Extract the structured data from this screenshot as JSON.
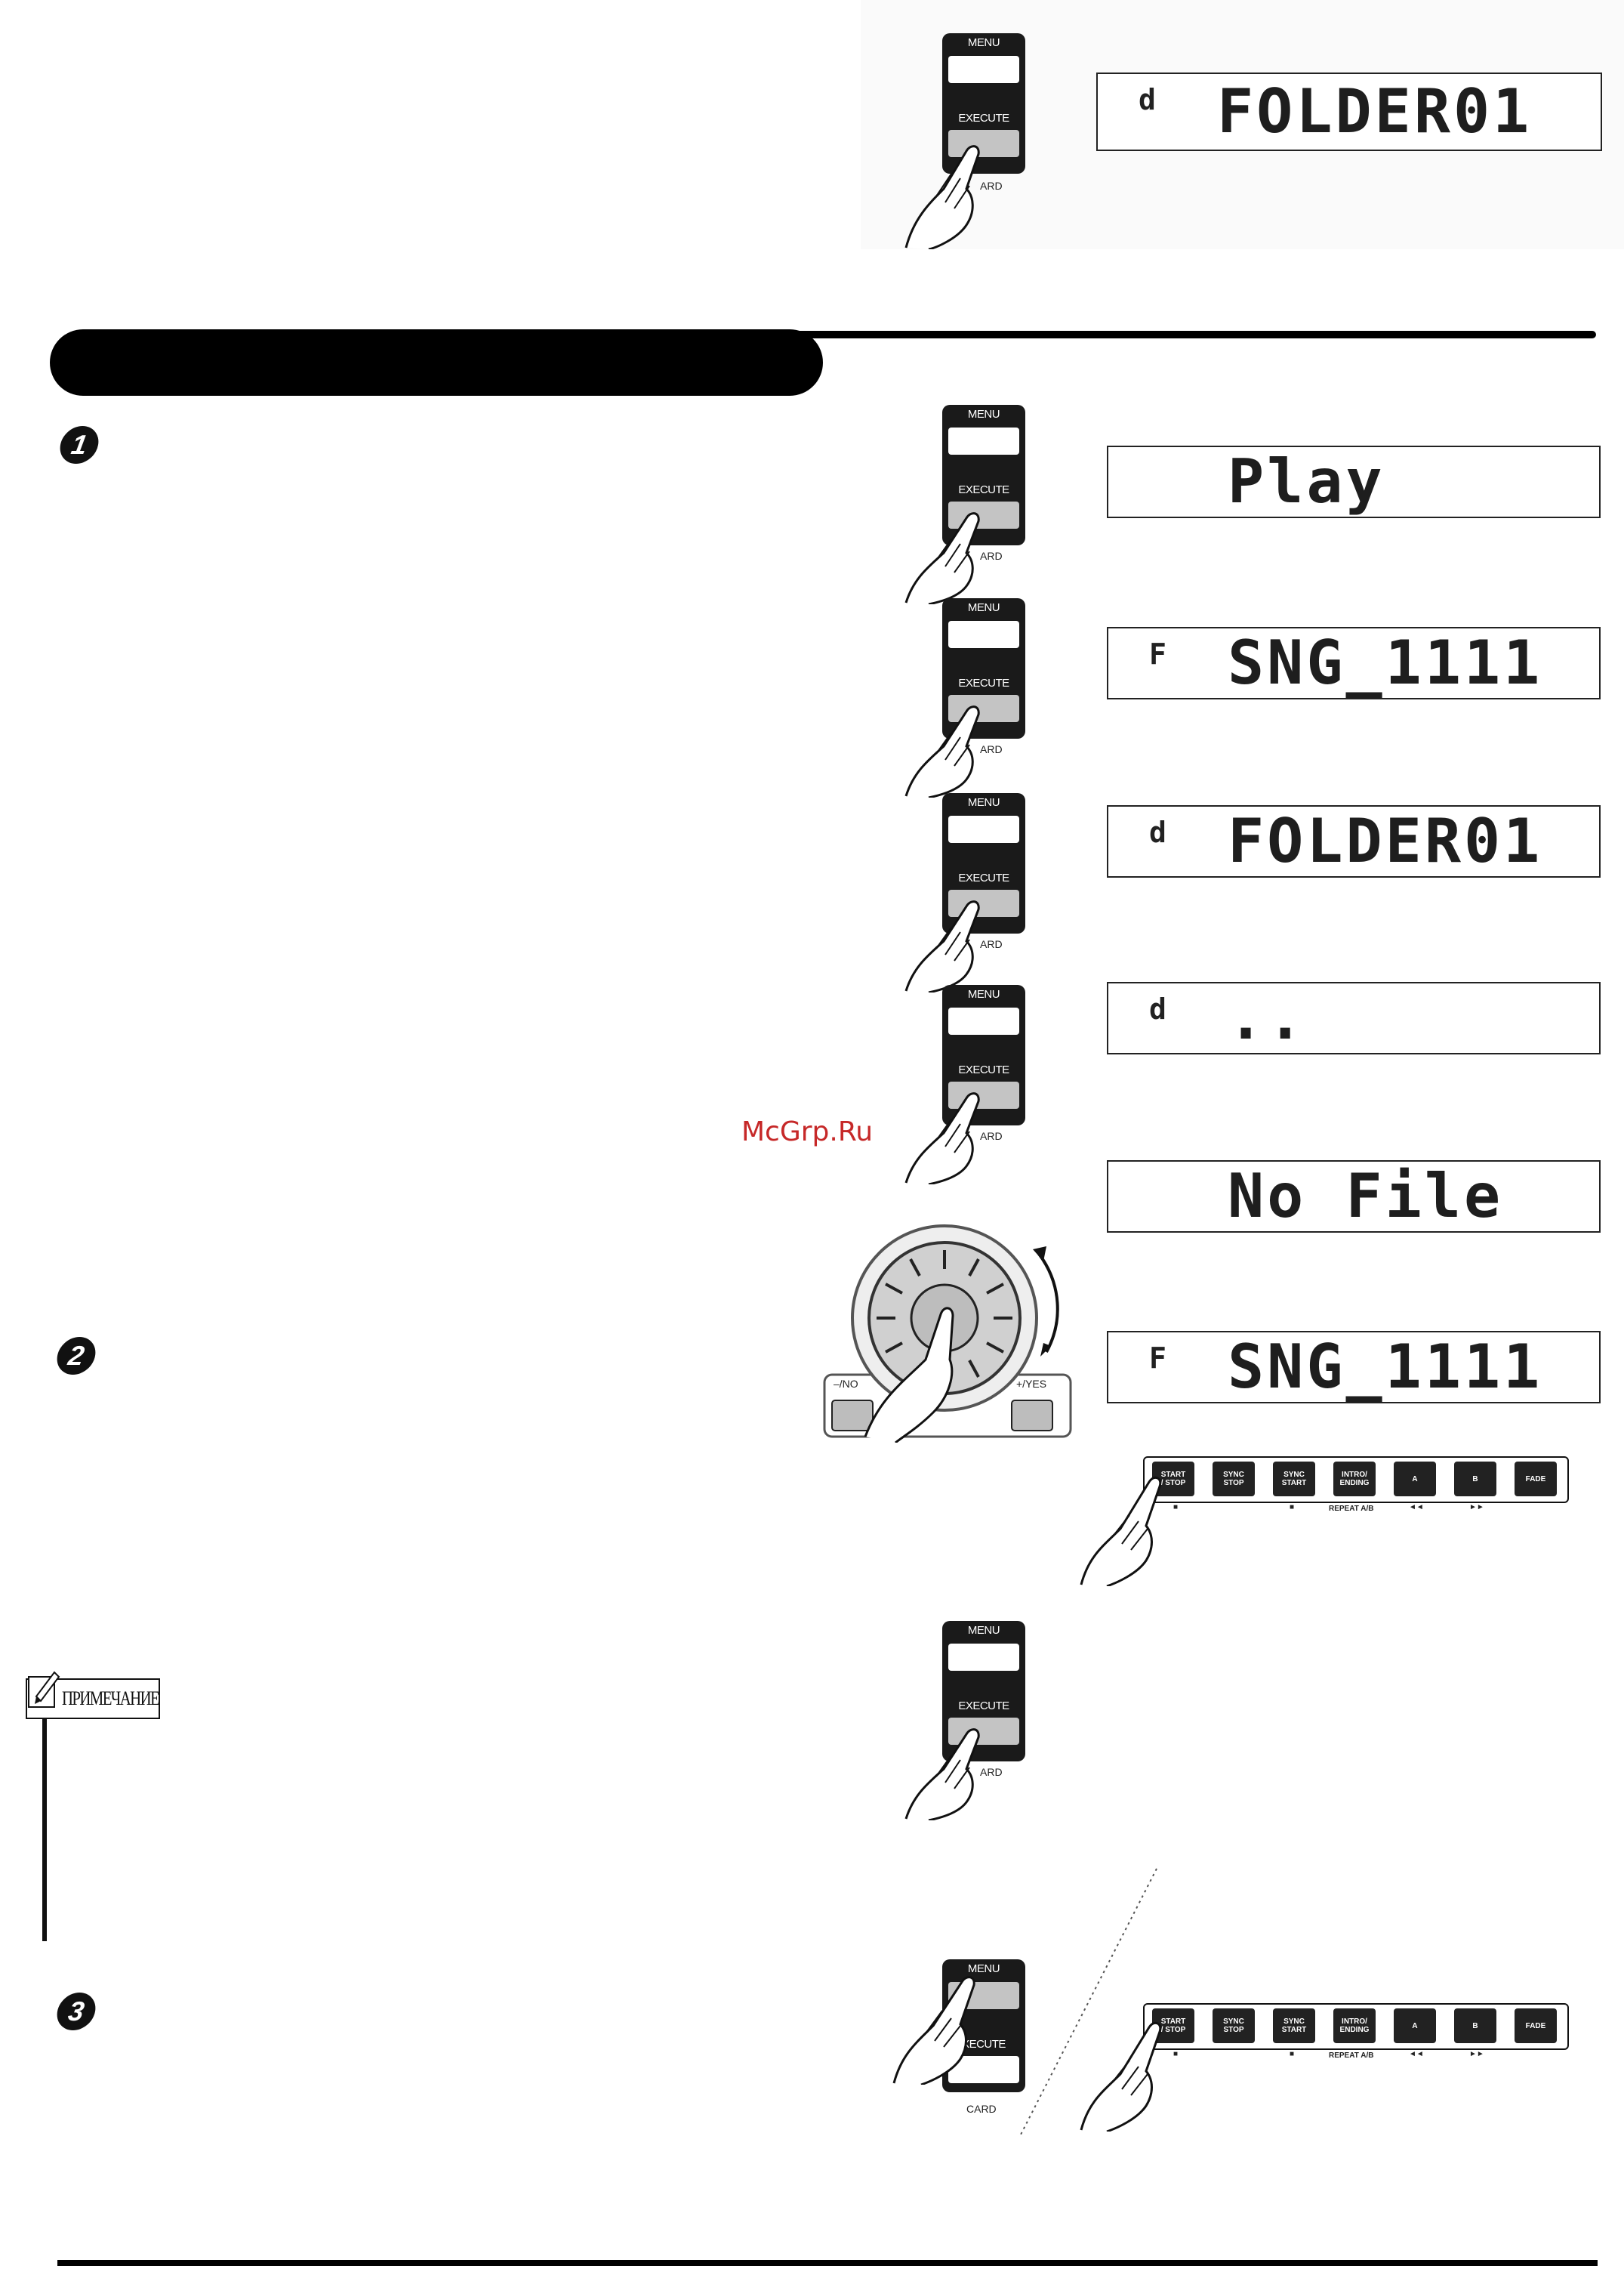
{
  "panel": {
    "menu_label": "MENU",
    "execute_label": "EXECUTE",
    "card_label": "CARD",
    "card_partial": "ARD",
    "execute_partial": "XECUTE"
  },
  "displays": {
    "top": {
      "indicator": "d",
      "text": "FOLDER01"
    },
    "d1": {
      "indicator": "",
      "text": "Play"
    },
    "d2": {
      "indicator": "F",
      "text": "SNG_1111"
    },
    "d3": {
      "indicator": "d",
      "text": "FOLDER01"
    },
    "d4": {
      "indicator": "d",
      "text": ".."
    },
    "d5": {
      "indicator": "",
      "text": "No File"
    },
    "d6": {
      "indicator": "F",
      "text": "SNG_1111"
    }
  },
  "steps": [
    "1",
    "2",
    "3"
  ],
  "dial": {
    "minus_label": "–/NO",
    "plus_label": "+/YES"
  },
  "transport": {
    "buttons": [
      "START\n/ STOP",
      "SYNC\nSTOP",
      "SYNC\nSTART",
      "INTRO/\nENDING",
      "A",
      "B",
      "FADE"
    ],
    "repeat_label": "REPEAT A/B",
    "rewind_symbol": "◄◄",
    "forward_symbol": "►►",
    "stop_symbol": "■"
  },
  "note_label": "ПРИМЕЧАНИЕ",
  "watermark": "McGrp.Ru"
}
